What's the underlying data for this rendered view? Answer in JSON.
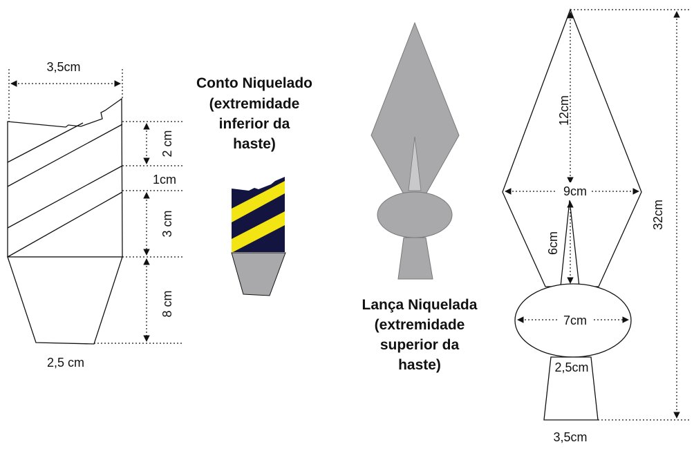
{
  "conto": {
    "title_lines": [
      "Conto Niquelado",
      "(extremidade",
      "inferior da",
      "haste)"
    ],
    "dims": {
      "top_width": "3,5cm",
      "band": "2 cm",
      "gap": "1cm",
      "band_lower": "3 cm",
      "cone_height": "8 cm",
      "bottom_width": "2,5 cm"
    }
  },
  "lanca": {
    "title_lines": [
      "Lança Niquelada",
      "(extremidade",
      "superior da",
      "haste)"
    ],
    "dims": {
      "tip_height": "12cm",
      "head_width": "9cm",
      "spike": "6cm",
      "ball_width": "7cm",
      "total_height": "32cm",
      "neck_width": "2,5cm",
      "base_width": "3,5cm"
    }
  },
  "colors": {
    "nickel": "#a9a9ab",
    "navy": "#141440",
    "yellow": "#f3e514",
    "line": "#111111"
  }
}
